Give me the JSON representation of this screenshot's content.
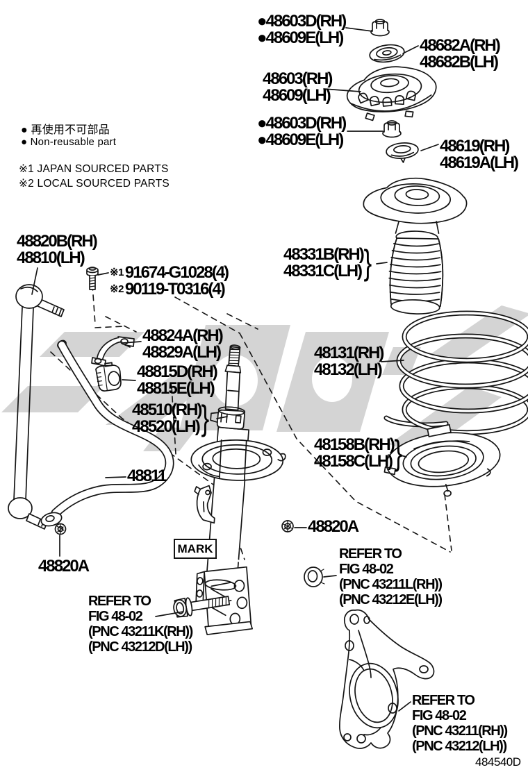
{
  "doc": {
    "footer_code": "484540D"
  },
  "legend": {
    "dot1": "● 再使用不可部品",
    "dot2": "● Non-reusable part",
    "note1": "※1 JAPAN SOURCED PARTS",
    "note2": "※2 LOCAL SOURCED PARTS"
  },
  "labels": {
    "nut_top": {
      "l1": "●48603D(RH)",
      "l2": "●48609E(LH)"
    },
    "bearing": {
      "l1": "48682A(RH)",
      "l2": "48682B(LH)"
    },
    "support": {
      "l1": "48603(RH)",
      "l2": "48609(LH)"
    },
    "nut_mid": {
      "l1": "●48603D(RH)",
      "l2": "●48609E(LH)"
    },
    "dust_seal": {
      "l1": "48619(RH)",
      "l2": "48619A(LH)"
    },
    "dust_cover": {
      "l1": "48331B(RH)",
      "l2": "48331C(LH)",
      "brace": "}"
    },
    "link": {
      "l1": "48820B(RH)",
      "l2": "48810(LH)"
    },
    "bolt_note": {
      "n1": "※1",
      "t1": "91674-G1028(4)",
      "n2": "※2",
      "t2": "90119-T0316(4)"
    },
    "bracket": {
      "l1": "48824A(RH)",
      "l2": "48829A(LH)"
    },
    "bush": {
      "l1": "48815D(RH)",
      "l2": "48815E(LH)"
    },
    "absorber": {
      "l1": "48510(RH)",
      "l2": "48520(LH)",
      "brace": "}"
    },
    "spring": {
      "l1": "48131(RH)",
      "l2": "48132(LH)"
    },
    "seat": {
      "l1": "48158B(RH)",
      "l2": "48158C(LH)",
      "brace": "}"
    },
    "bar": {
      "l1": "48811"
    },
    "nut_left": {
      "l1": "48820A"
    },
    "nut_mid2": {
      "l1": "48820A"
    },
    "mark": {
      "l1": "MARK"
    },
    "refer_mid": {
      "l1": "REFER TO",
      "l2": "FIG 48-02",
      "l3": "(PNC 43211L(RH))",
      "l4": "(PNC 43212E(LH))"
    },
    "refer_left": {
      "l1": "REFER TO",
      "l2": "FIG 48-02",
      "l3": "(PNC 43211K(RH))",
      "l4": "(PNC 43212D(LH))"
    },
    "refer_knuckle": {
      "l1": "REFER TO",
      "l2": "FIG 48-02",
      "l3": "(PNC 43211(RH))",
      "l4": "(PNC 43212(LH))"
    }
  },
  "colors": {
    "line": "#141414",
    "watermark": "#c8c8c8",
    "background": "#ffffff"
  }
}
